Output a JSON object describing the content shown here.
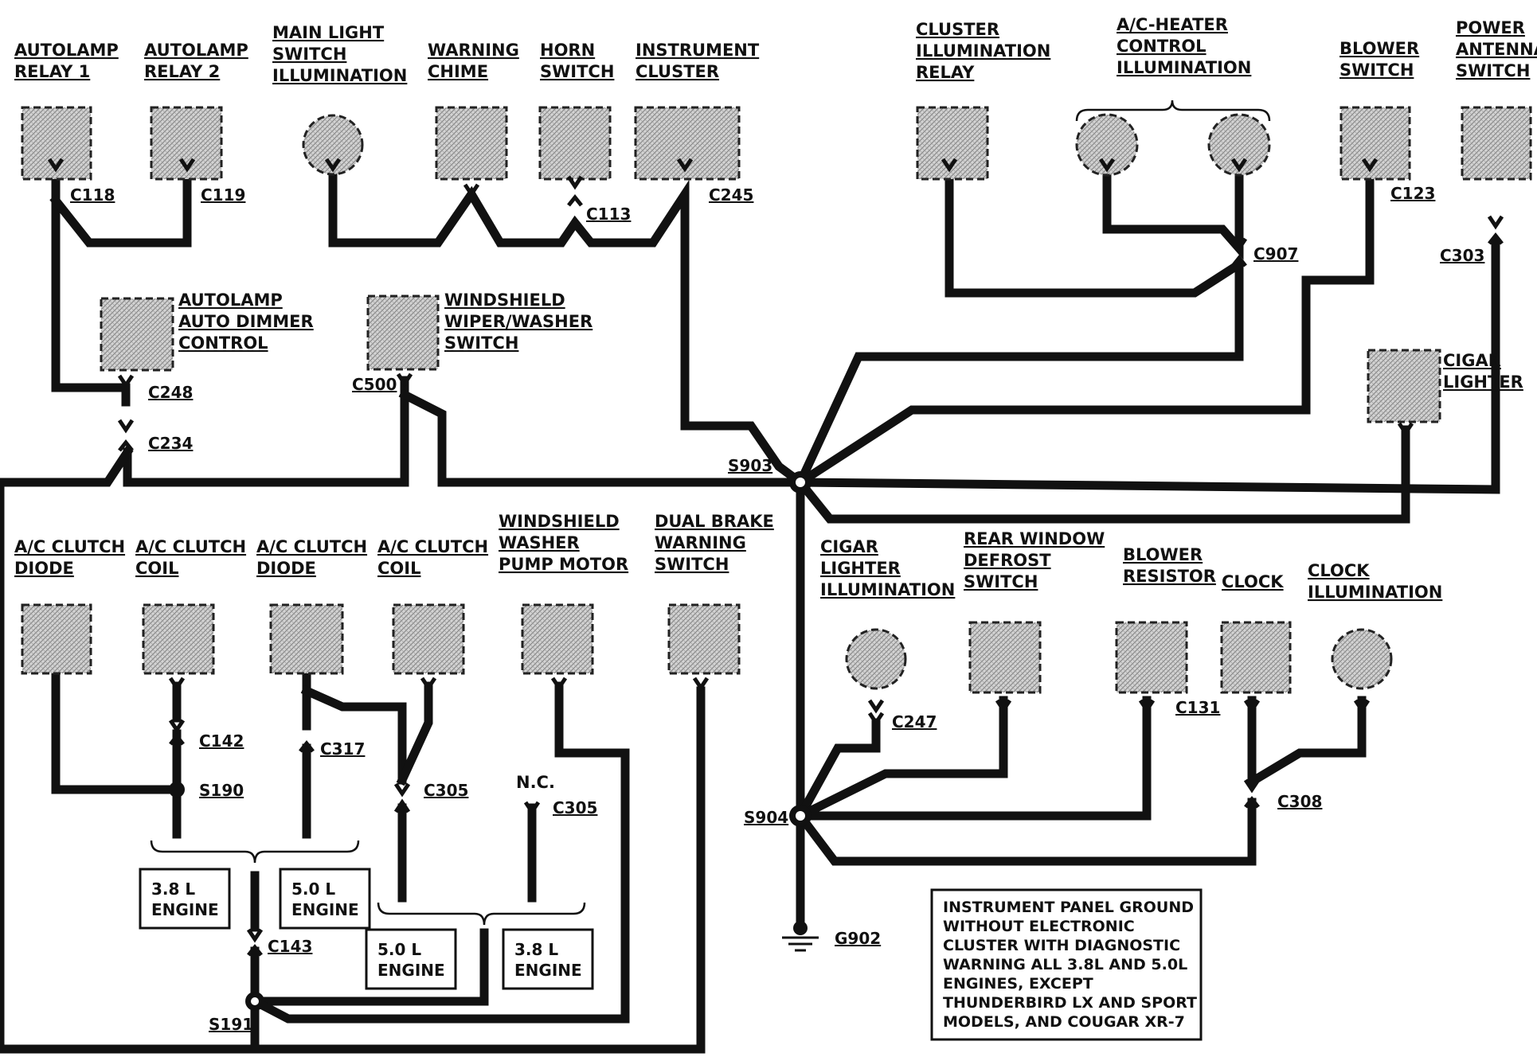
{
  "components": {
    "autolamp_relay_1": [
      "AUTOLAMP",
      "RELAY 1"
    ],
    "autolamp_relay_2": [
      "AUTOLAMP",
      "RELAY 2"
    ],
    "main_light_switch": [
      "MAIN LIGHT",
      "SWITCH",
      "ILLUMINATION"
    ],
    "warning_chime": [
      "WARNING",
      "CHIME"
    ],
    "horn_switch": [
      "HORN",
      "SWITCH"
    ],
    "instrument_cluster": [
      "INSTRUMENT",
      "CLUSTER"
    ],
    "cluster_illum_relay": [
      "CLUSTER",
      "ILLUMINATION",
      "RELAY"
    ],
    "ac_heater_control": [
      "A/C-HEATER",
      "CONTROL",
      "ILLUMINATION"
    ],
    "blower_switch": [
      "BLOWER",
      "SWITCH"
    ],
    "power_antenna": [
      "POWER",
      "ANTENNA",
      "SWITCH"
    ],
    "autolamp_auto_dimmer": [
      "AUTOLAMP",
      "AUTO DIMMER",
      "CONTROL"
    ],
    "windshield_wiper": [
      "WINDSHIELD",
      "WIPER/WASHER",
      "SWITCH"
    ],
    "cigar_lighter": [
      "CIGAR",
      "LIGHTER"
    ],
    "ac_clutch_diode_1": [
      "A/C CLUTCH",
      "DIODE"
    ],
    "ac_clutch_coil_1": [
      "A/C CLUTCH",
      "COIL"
    ],
    "ac_clutch_diode_2": [
      "A/C CLUTCH",
      "DIODE"
    ],
    "ac_clutch_coil_2": [
      "A/C CLUTCH",
      "COIL"
    ],
    "washer_pump": [
      "WINDSHIELD",
      "WASHER",
      "PUMP MOTOR"
    ],
    "dual_brake": [
      "DUAL BRAKE",
      "WARNING",
      "SWITCH"
    ],
    "cigar_lighter_illum": [
      "CIGAR",
      "LIGHTER",
      "ILLUMINATION"
    ],
    "rear_defrost": [
      "REAR WINDOW",
      "DEFROST",
      "SWITCH"
    ],
    "blower_resistor": [
      "BLOWER",
      "RESISTOR"
    ],
    "clock": [
      "CLOCK"
    ],
    "clock_illum": [
      "CLOCK",
      "ILLUMINATION"
    ]
  },
  "connectors": {
    "c118": "C118",
    "c119": "C119",
    "c113": "C113",
    "c245": "C245",
    "c907": "C907",
    "c123": "C123",
    "c303": "C303",
    "c248": "C248",
    "c234": "C234",
    "c500": "C500",
    "s903": "S903",
    "c142": "C142",
    "s190": "S190",
    "c317": "C317",
    "c305a": "C305",
    "c305b": "C305",
    "nc": "N.C.",
    "c143": "C143",
    "s191": "S191",
    "c247": "C247",
    "c131": "C131",
    "c308": "C308",
    "s904": "S904",
    "g902": "G902"
  },
  "engine_boxes": {
    "left_38": [
      "3.8 L",
      "ENGINE"
    ],
    "left_50": [
      "5.0 L",
      "ENGINE"
    ],
    "right_50": [
      "5.0 L",
      "ENGINE"
    ],
    "right_38": [
      "3.8 L",
      "ENGINE"
    ]
  },
  "note": [
    "INSTRUMENT PANEL GROUND",
    "WITHOUT ELECTRONIC",
    "CLUSTER WITH DIAGNOSTIC",
    "WARNING ALL 3.8L AND 5.0L",
    "ENGINES, EXCEPT",
    "THUNDERBIRD LX AND SPORT",
    "MODELS, AND COUGAR XR-7"
  ]
}
